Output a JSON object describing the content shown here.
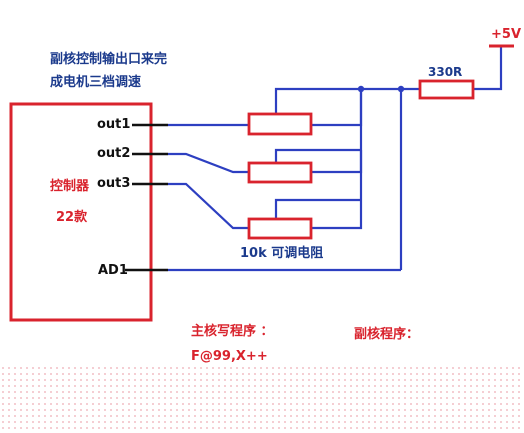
{
  "caption": [
    "副核控制输出口来完",
    "成电机三档调速"
  ],
  "controller": {
    "name": "控制器",
    "model": "22款"
  },
  "pins": {
    "out1": "out1",
    "out2": "out2",
    "out3": "out3",
    "ad1": "AD1"
  },
  "power": "+5V",
  "resistor_fixed": "330R",
  "pot_label": "10k 可调电阻",
  "main_program": [
    "主核写程序 ：",
    "F@99,X++"
  ],
  "sub_program": "副核程序：",
  "colors": {
    "wire": "#2d3fc1",
    "component": "#d9232d",
    "text_blue": "#1b3a8c",
    "text_red": "#d9232d"
  }
}
